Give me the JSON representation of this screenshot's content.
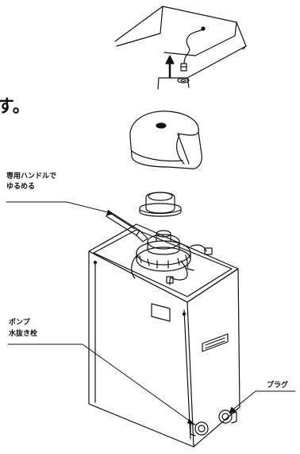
{
  "text_fragment": "す。",
  "labels": {
    "handle_line1": "専用ハンドルで",
    "handle_line2": "ゆるめる",
    "pump_line1": "ポンプ",
    "pump_line2": "水抜き栓",
    "plug": "プラグ"
  },
  "colors": {
    "ink": "#111111",
    "paper": "#ffffff"
  }
}
